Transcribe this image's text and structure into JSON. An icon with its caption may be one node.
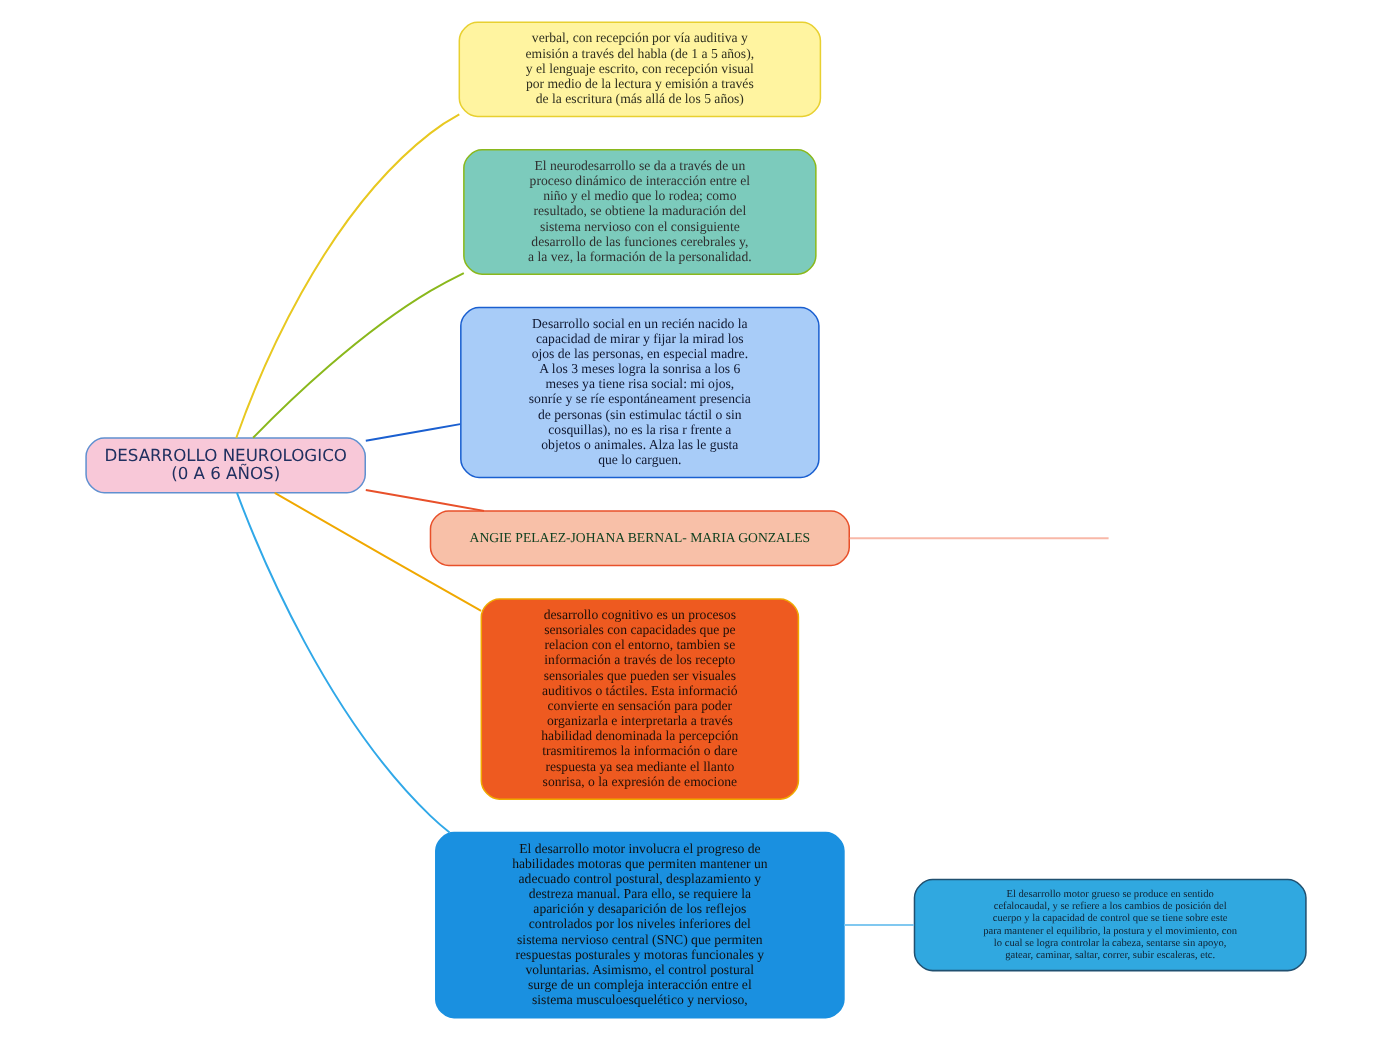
{
  "diagram": {
    "nodes": [
      {
        "text": [
          "DESARROLLO NEUROLOGICO (0 A 6 AÑOS)"
        ]
      },
      {
        "text": [
          "verbal, con recepción por vía auditiva y emisión a través del habla (de 1 a 5 años), y el lenguaje escrito, con recepción visual por medio de la lectura y emisión a través de la escritura (más allá de los 5 años)"
        ]
      },
      {
        "text": [
          "El neurodesarrollo se da a través de un proceso dinámico de interacción entre el niño y el medio que lo rodea; como resultado, se obtiene la maduración del sistema nervioso con el consiguiente desarrollo de las funciones cerebrales y, a la vez, la formación de la personalidad."
        ]
      },
      {
        "text": [
          "Desarrollo social en un recién nacido la capacidad de mirar y fijar la mirad los ojos de las personas, en especial madre. A los 3 meses logra la sonrisa a los 6 meses ya tiene risa social: mi ojos, sonríe y se ríe espontáneament presencia de personas (sin estimulac táctil o sin cosquillas), no es la risa r frente a objetos o animales. Alza las le gusta que lo carguen."
        ]
      },
      {
        "text": [
          "ANGIE PELAEZ-JOHANA BERNAL- MARIA GONZALES"
        ]
      },
      {
        "text": [
          "desarrollo cognitivo es un procesos sensoriales con capacidades que pe relacion con el entorno, tambien se información a través de los recepto sensoriales que pueden ser visuales auditivos o táctiles. Esta informació convierte en sensación para poder organizarla e interpretarla a través habilidad denominada la percepción trasmitiremos la información o dare respuesta ya sea mediante el llanto sonrisa, o la expresión de emocione"
        ]
      },
      {
        "text": [
          "El desarrollo motor involucra el progreso de habilidades motoras que permiten mantener un adecuado control postural, desplazamiento y destreza manual. Para ello, se requiere la aparición y desaparición de los reflejos controlados por los niveles inferiores del sistema nervioso central (SNC) que permiten respuestas posturales y motoras funcionales y voluntarias. Asimismo, el control postural surge de un compleja interacción entre el sistema musculoesquelético y nervioso,"
        ]
      },
      {
        "text": [
          "El desarrollo motor grueso se produce en sentido cefalocaudal, y se refiere a los cambios de posición del cuerpo y la capacidad de control que se tiene sobre este para mantener el equilibrio, la postura y el movimiento, con lo cual se logra controlar la cabeza, sentarse sin apoyo, gatear, caminar, saltar, correr, subir escaleras, etc."
        ]
      }
    ],
    "edges": [
      {
        "from": 0,
        "to": 1,
        "arrow": "none",
        "color": "#e8c820"
      },
      {
        "from": 0,
        "to": 2,
        "arrow": "none",
        "color": "#8ab81c"
      },
      {
        "from": 0,
        "to": 3,
        "arrow": "none",
        "color": "#1a5fd0"
      },
      {
        "from": 0,
        "to": 4,
        "arrow": "none",
        "color": "#e8502a"
      },
      {
        "from": 4,
        "to": null,
        "arrow": "none",
        "color": "#f8b8a8"
      },
      {
        "from": 0,
        "to": 5,
        "arrow": "none",
        "color": "#f0a800"
      },
      {
        "from": 0,
        "to": 6,
        "arrow": "none",
        "color": "#30a8e8"
      },
      {
        "from": 6,
        "to": 7,
        "arrow": "none",
        "color": "#80c8f0"
      }
    ]
  }
}
